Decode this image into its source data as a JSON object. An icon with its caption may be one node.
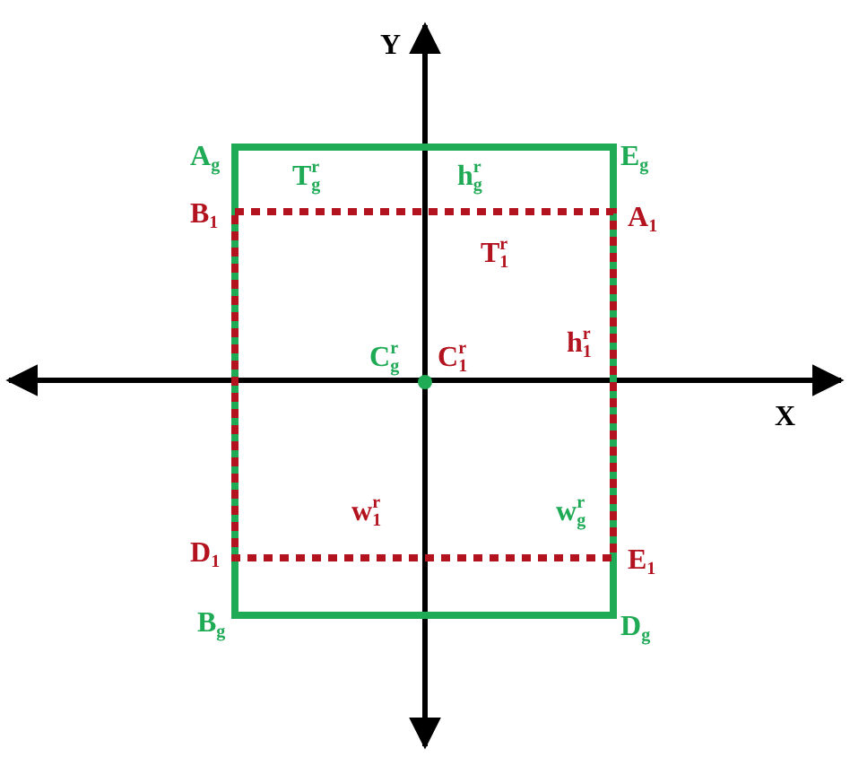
{
  "diagram": {
    "labels": [
      "Y",
      "A$_{g}$",
      "T$_{g}$$^{r}$",
      "h$_{g}$$^{r}$",
      "E$_{g}$",
      "B$_{1}$",
      "A$_{1}$",
      "T$_{1}$$^{r}$",
      "C$_{g}$$^{r}$",
      "C$_{1}$$^{r}$",
      "h$_{1}$$^{r}$",
      "X",
      "w$_{1}$$^{r}$",
      "w$_{g}$$^{r}$",
      "D$_{1}$",
      "E$_{1}$",
      "B$_{g}$",
      "D$_{g}$"
    ]
  }
}
